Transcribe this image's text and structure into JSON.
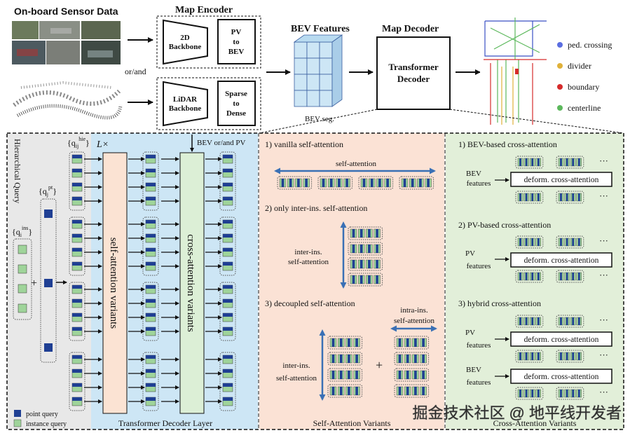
{
  "header": {
    "sensor_title": "On-board Sensor Data",
    "or_and": "or/and",
    "map_encoder_title": "Map Encoder",
    "backbone_2d": [
      "2D",
      "Backbone"
    ],
    "pv_to_bev": [
      "PV",
      "to",
      "BEV"
    ],
    "lidar_backbone": [
      "LiDAR",
      "Backbone"
    ],
    "sparse_to_dense": [
      "Sparse",
      "to",
      "Dense"
    ],
    "bev_features_title": "BEV Features",
    "bev_seg": "BEV seg.",
    "map_decoder_title": "Map Decoder",
    "transformer_decoder": [
      "Transformer",
      "Decoder"
    ],
    "legend": [
      {
        "label": "ped. crossing",
        "color": "#5b6ee1"
      },
      {
        "label": "divider",
        "color": "#e0b13a"
      },
      {
        "label": "boundary",
        "color": "#d62b2b"
      },
      {
        "label": "centerline",
        "color": "#5cb85c"
      }
    ]
  },
  "query": {
    "side_title": "Hierarchical Query",
    "q_ins": "{q",
    "q_ins_sup": "ins",
    "q_ins_sub": "i",
    "q_pt": "{q",
    "q_pt_sup": "pt",
    "q_pt_sub": "j",
    "q_hie": "{q",
    "q_hie_sup": "hie",
    "q_hie_sub": "ij",
    "plus": "+",
    "legend_point": "point query",
    "legend_instance": "instance query"
  },
  "decoder_layer": {
    "repeat": "L×",
    "bev_pv_input": "BEV or/and PV",
    "self_attention_box": "self-attention variants",
    "cross_attention_box": "cross-attention variants",
    "caption": "Transformer Decoder Layer"
  },
  "self_attention": {
    "v1_title": "1) vanilla self-attention",
    "v1_arrow_label": "self-attention",
    "v2_title": "2) only inter-ins. self-attention",
    "v2_label": [
      "inter-ins.",
      "self-attention"
    ],
    "v3_title": "3) decoupled self-attention",
    "v3_inter": [
      "inter-ins.",
      "self-attention"
    ],
    "v3_intra": [
      "intra-ins.",
      "self-attention"
    ],
    "plus": "+",
    "caption": "Self-Attention Variants"
  },
  "cross_attention": {
    "v1_title": "1) BEV-based cross-attention",
    "v1_feature": [
      "BEV",
      "features"
    ],
    "v2_title": "2) PV-based cross-attention",
    "v2_feature": [
      "PV",
      "features"
    ],
    "v3_title": "3) hybrid cross-attention",
    "v3_feature_pv": [
      "PV",
      "features"
    ],
    "v3_feature_bev": [
      "BEV",
      "features"
    ],
    "deform_label": "deform. cross-attention",
    "dots": "···",
    "caption": "Cross-Attention Variants"
  },
  "watermark": "掘金技术社区 @ 地平线开发者",
  "colors": {
    "dark_blue": "#1f3f93",
    "green": "#9fd49a",
    "arrow_blue": "#3a70b5",
    "panel_gray": "#eaeaea",
    "panel_blue": "#cde6f5",
    "panel_pink": "#fbe2d5",
    "panel_green": "#e2efd9",
    "attn_box": "#fbe3d3",
    "cross_box": "#dcefd6"
  }
}
